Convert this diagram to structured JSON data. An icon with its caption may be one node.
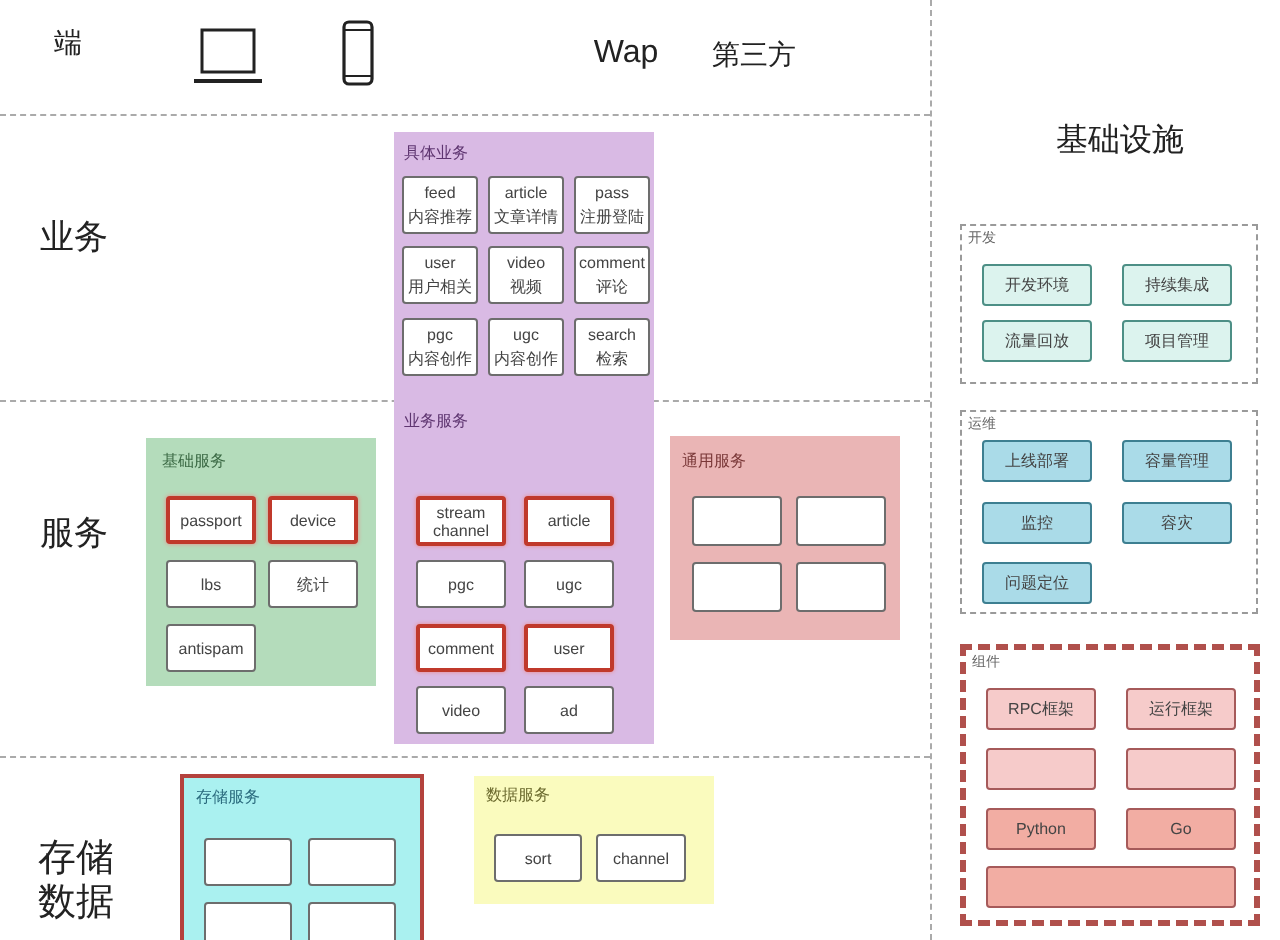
{
  "diagram": {
    "nodes": [
      {
        "text": [
          "具体业务"
        ]
      },
      {
        "text": [
          "feed",
          "内容推荐"
        ],
        "in": 0
      },
      {
        "text": [
          "article",
          "文章详情"
        ],
        "in": 0
      },
      {
        "text": [
          "pass",
          "注册登陆"
        ],
        "in": 0
      },
      {
        "text": [
          "user",
          "用户相关"
        ],
        "in": 0
      },
      {
        "text": [
          "video",
          "视频"
        ],
        "in": 0
      },
      {
        "text": [
          "comment",
          "评论"
        ],
        "in": 0
      },
      {
        "text": [
          "pgc",
          "内容创作"
        ],
        "in": 0
      },
      {
        "text": [
          "ugc",
          "内容创作"
        ],
        "in": 0
      },
      {
        "text": [
          "search",
          "检索"
        ],
        "in": 0
      },
      {
        "text": [
          "基础服务"
        ]
      },
      {
        "text": [
          "passport"
        ],
        "in": 10
      },
      {
        "text": [
          "device"
        ],
        "in": 10
      },
      {
        "text": [
          "lbs"
        ],
        "in": 10
      },
      {
        "text": [
          "统计"
        ],
        "in": 10
      },
      {
        "text": [
          "antispam"
        ],
        "in": 10
      },
      {
        "text": [
          "业务服务"
        ]
      },
      {
        "text": [
          "stream channel"
        ],
        "in": 16
      },
      {
        "text": [
          "article"
        ],
        "in": 16
      },
      {
        "text": [
          "pgc"
        ],
        "in": 16
      },
      {
        "text": [
          "ugc"
        ],
        "in": 16
      },
      {
        "text": [
          "comment"
        ],
        "in": 16
      },
      {
        "text": [
          "user"
        ],
        "in": 16
      },
      {
        "text": [
          "video"
        ],
        "in": 16
      },
      {
        "text": [
          "ad"
        ],
        "in": 16
      },
      {
        "text": [
          "通用服务"
        ]
      },
      {
        "text": [],
        "shape": "box",
        "in": 25
      },
      {
        "text": [],
        "shape": "box",
        "in": 25
      },
      {
        "text": [],
        "shape": "box",
        "in": 25
      },
      {
        "text": [],
        "shape": "box",
        "in": 25
      },
      {
        "text": [
          "存储服务"
        ]
      },
      {
        "text": [],
        "shape": "box",
        "in": 30
      },
      {
        "text": [],
        "shape": "box",
        "in": 30
      },
      {
        "text": [],
        "shape": "box",
        "in": 30
      },
      {
        "text": [],
        "shape": "box",
        "in": 30
      },
      {
        "text": [
          "数据服务"
        ]
      },
      {
        "text": [
          "sort"
        ],
        "in": 35
      },
      {
        "text": [
          "channel"
        ],
        "in": 35
      },
      {
        "text": [
          "开发"
        ]
      },
      {
        "text": [
          "开发环境"
        ],
        "in": 38
      },
      {
        "text": [
          "持续集成"
        ],
        "in": 38
      },
      {
        "text": [
          "流量回放"
        ],
        "in": 38
      },
      {
        "text": [
          "项目管理"
        ],
        "in": 38
      },
      {
        "text": [
          "运维"
        ]
      },
      {
        "text": [
          "上线部署"
        ],
        "in": 43
      },
      {
        "text": [
          "容量管理"
        ],
        "in": 43
      },
      {
        "text": [
          "监控"
        ],
        "in": 43
      },
      {
        "text": [
          "容灾"
        ],
        "in": 43
      },
      {
        "text": [
          "问题定位"
        ],
        "in": 43
      },
      {
        "text": [
          "组件"
        ]
      },
      {
        "text": [
          "RPC框架"
        ],
        "in": 49
      },
      {
        "text": [
          "运行框架"
        ],
        "in": 49
      },
      {
        "text": [],
        "shape": "box",
        "in": 49
      },
      {
        "text": [],
        "shape": "box",
        "in": 49
      },
      {
        "text": [
          "Python"
        ],
        "in": 49
      },
      {
        "text": [
          "Go"
        ],
        "in": 49
      },
      {
        "text": [],
        "shape": "box",
        "in": 49
      }
    ],
    "labels": [
      "端",
      "Wap",
      "第三方",
      "基础设施",
      "业务",
      "服务",
      "存储数据"
    ]
  }
}
